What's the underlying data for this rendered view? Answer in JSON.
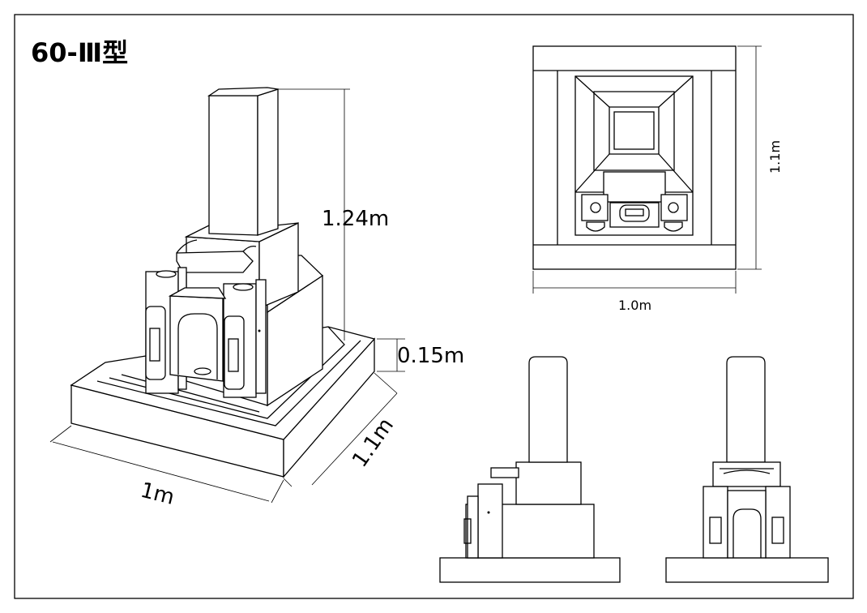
{
  "title": "60-Ⅲ型",
  "perspective_view": {
    "height_label": "1.24m",
    "base_height_label": "0.15m",
    "depth_label": "1.1m",
    "width_label": "1m"
  },
  "top_view": {
    "depth_label": "1.1m",
    "width_label": "1.0m"
  },
  "colors": {
    "line": "#000000",
    "background": "#ffffff"
  }
}
